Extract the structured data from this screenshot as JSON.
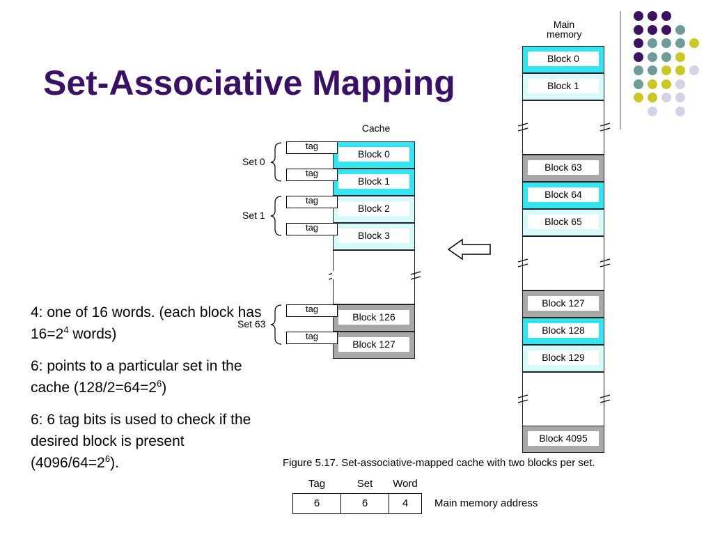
{
  "title": "Set-Associative Mapping",
  "colors": {
    "title": "#3a1064",
    "cyan": "#33e5f0",
    "light_cyan": "#d6f9fc",
    "grey": "#a8a8a8",
    "dot_purple": "#3b1360",
    "dot_teal": "#6f9b9b",
    "dot_yellow": "#c9c826",
    "dot_lavender": "#d4d2e8"
  },
  "main_memory": {
    "label_line1": "Main",
    "label_line2": "memory",
    "blocks": [
      "Block 0",
      "Block 1",
      "Block 63",
      "Block 64",
      "Block 65",
      "Block 127",
      "Block 128",
      "Block 129",
      "Block 4095"
    ]
  },
  "cache": {
    "label": "Cache",
    "tag_label": "tag",
    "blocks": [
      "Block 0",
      "Block 1",
      "Block 2",
      "Block 3",
      "Block 126",
      "Block 127"
    ],
    "sets": [
      "Set 0",
      "Set 1",
      "Set 63"
    ]
  },
  "notes": {
    "n1_a": "4: one of 16 words. (each block has 16=2",
    "n1_exp": "4",
    "n1_b": " words)",
    "n2_a": "6: points to a particular set in the cache (128/2=64=2",
    "n2_exp": "6",
    "n2_b": ")",
    "n3_a": "6: 6 tag bits is used to check if the desired block is present (4096/64=2",
    "n3_exp": "6",
    "n3_b": ")."
  },
  "caption": "Figure 5.17.  Set-associative-mapped cache with two blocks per set.",
  "address": {
    "headers": [
      "Tag",
      "Set",
      "Word"
    ],
    "values": [
      "6",
      "6",
      "4"
    ],
    "label": "Main memory address"
  }
}
